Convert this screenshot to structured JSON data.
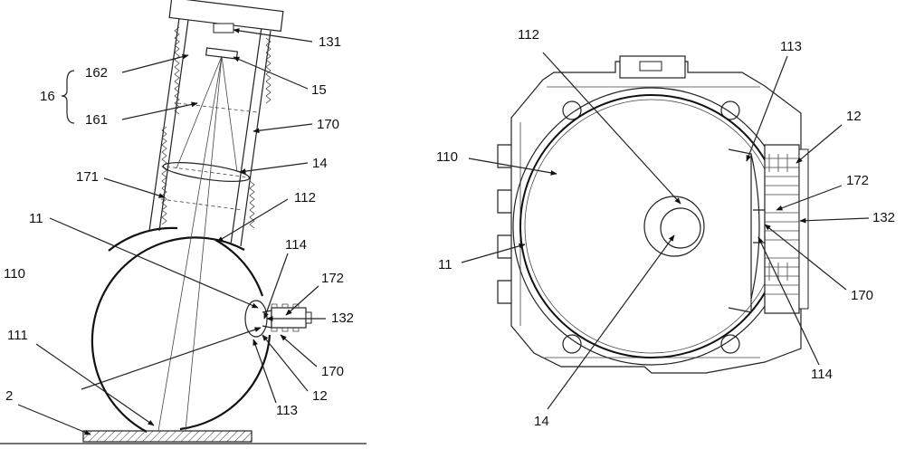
{
  "left_view": {
    "labels": {
      "l131": "131",
      "l162": "162",
      "l15": "15",
      "l16": "16",
      "l161": "161",
      "l170a": "170",
      "l171": "171",
      "l14": "14",
      "l112": "112",
      "l11": "11",
      "l114": "114",
      "l110": "110",
      "l172": "172",
      "l132": "132",
      "l111": "111",
      "l170b": "170",
      "l2": "2",
      "l113": "113",
      "l12": "12"
    }
  },
  "right_view": {
    "labels": {
      "l112": "112",
      "l113": "113",
      "l12": "12",
      "l110": "110",
      "l172": "172",
      "l132": "132",
      "l11": "11",
      "l170": "170",
      "l114": "114",
      "l14": "14"
    }
  }
}
